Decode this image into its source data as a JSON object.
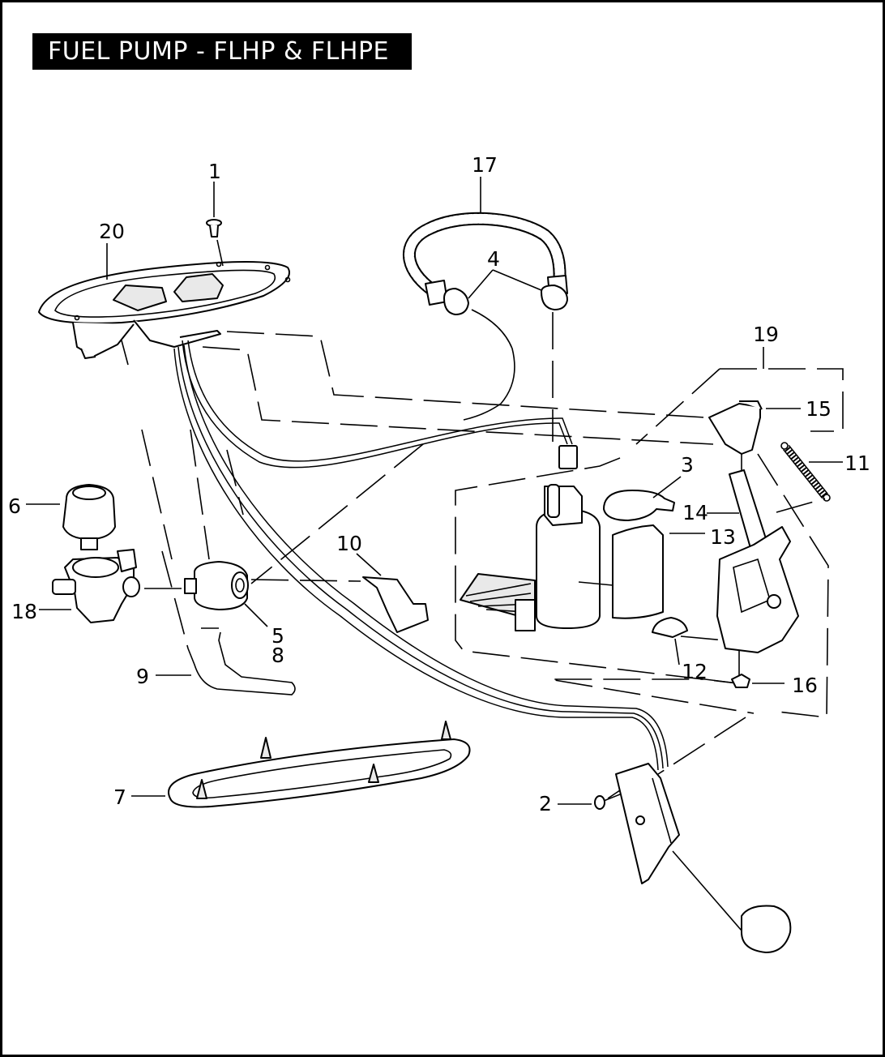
{
  "title": "FUEL PUMP - FLHP & FLHPE",
  "callouts": [
    {
      "id": "1",
      "label": "1"
    },
    {
      "id": "2",
      "label": "2"
    },
    {
      "id": "3",
      "label": "3"
    },
    {
      "id": "4",
      "label": "4"
    },
    {
      "id": "5",
      "label": "5"
    },
    {
      "id": "6",
      "label": "6"
    },
    {
      "id": "7",
      "label": "7"
    },
    {
      "id": "8",
      "label": "8"
    },
    {
      "id": "9",
      "label": "9"
    },
    {
      "id": "10",
      "label": "10"
    },
    {
      "id": "11",
      "label": "11"
    },
    {
      "id": "12",
      "label": "12"
    },
    {
      "id": "13",
      "label": "13"
    },
    {
      "id": "14",
      "label": "14"
    },
    {
      "id": "15",
      "label": "15"
    },
    {
      "id": "16",
      "label": "16"
    },
    {
      "id": "17",
      "label": "17"
    },
    {
      "id": "18",
      "label": "18"
    },
    {
      "id": "19",
      "label": "19"
    },
    {
      "id": "20",
      "label": "20"
    }
  ],
  "colors": {
    "ink": "#000000",
    "paper": "#ffffff",
    "shade": "#e9e9e9"
  }
}
